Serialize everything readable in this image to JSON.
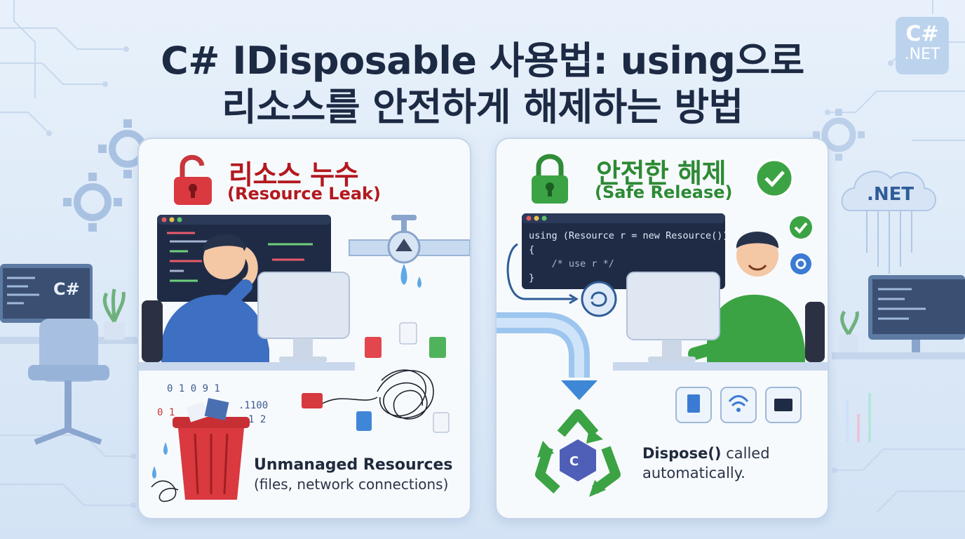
{
  "title": {
    "line1": "C# IDisposable 사용법: using으로",
    "line2": "리소스를 안전하게 해제하는 방법"
  },
  "badge": {
    "line1": "C#",
    "line2": ".NET"
  },
  "cloud_label": ".NET",
  "monitor_label": "C#",
  "left_panel": {
    "heading_ko": "리소스 누수",
    "heading_en": "(Resource Leak)",
    "caption_bold": "Unmanaged Resources",
    "caption": "(files, network connections)"
  },
  "right_panel": {
    "heading_ko": "안전한 해제",
    "heading_en": "(Safe Release)",
    "code": {
      "line1": "using (Resource r = new Resource())",
      "line2": "{",
      "line3": "    /* use r */",
      "line4": "}"
    },
    "caption_bold": "Dispose()",
    "caption_rest": " called",
    "caption_line2": "automatically."
  },
  "binary_text": {
    "a": "0 1 0 9 1",
    "b": "0 1",
    "c": ".1100",
    "d": "1 2"
  },
  "colors": {
    "leak_red": "#b3191f",
    "safe_green": "#2c8a34",
    "title": "#1d2a44"
  },
  "icons": [
    "unlocked-padlock-icon",
    "locked-padlock-icon",
    "checkmark-icon",
    "recycle-icon",
    "file-icon",
    "wifi-icon",
    "chip-icon",
    "gear-icon",
    "cloud-icon",
    "faucet-icon",
    "trash-can-icon"
  ]
}
